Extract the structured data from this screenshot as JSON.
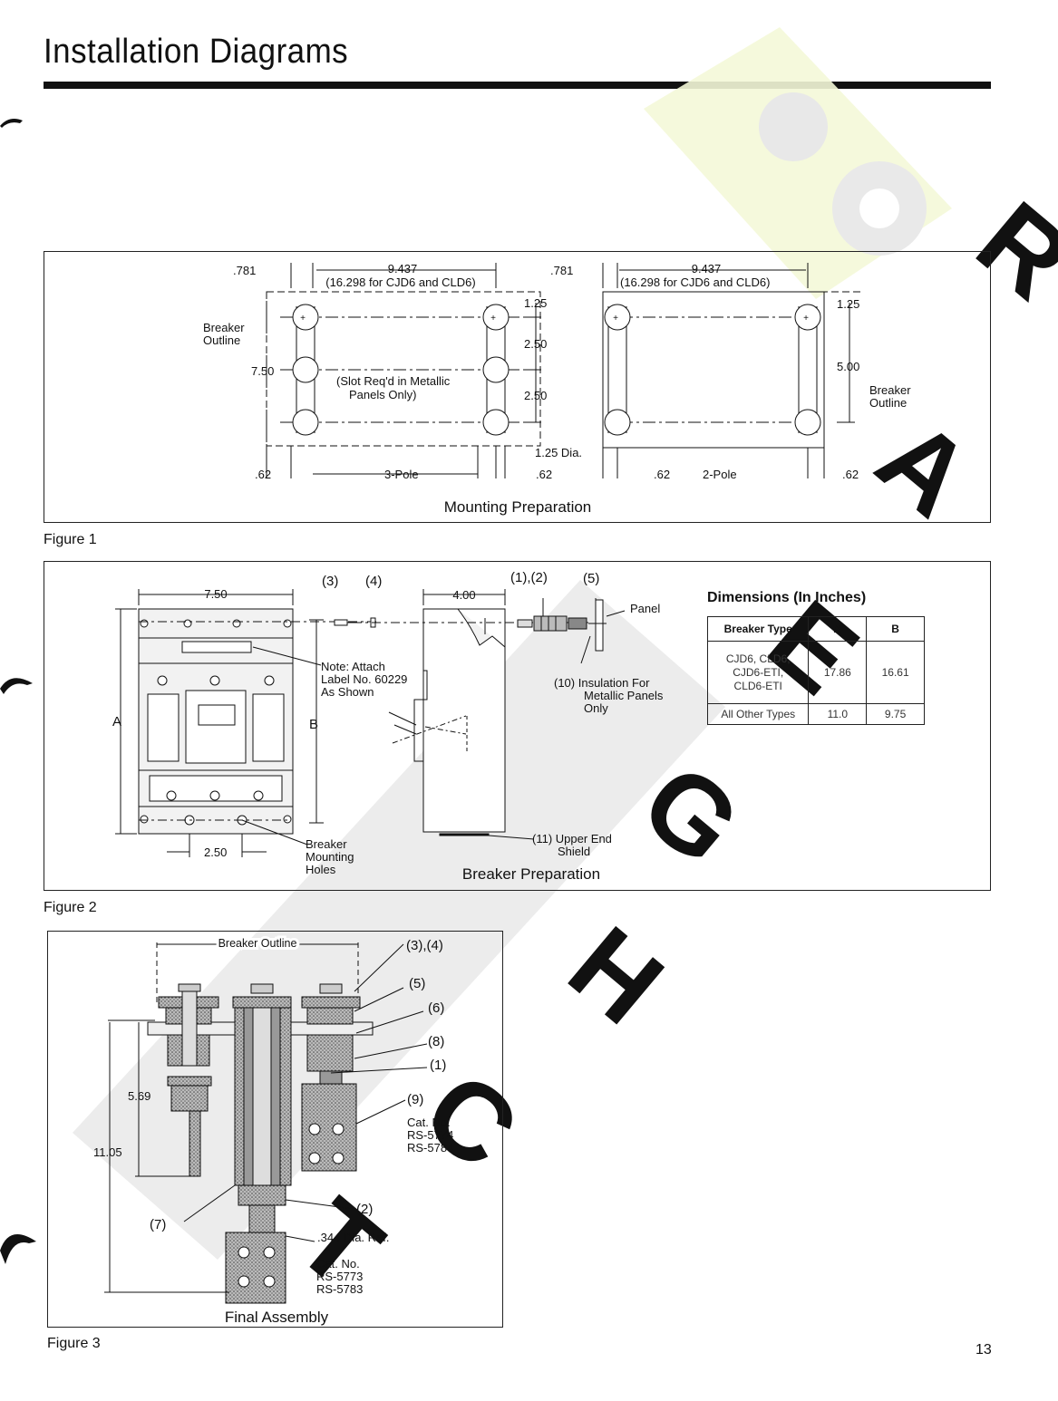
{
  "header": {
    "title": "Installation Diagrams"
  },
  "figure1": {
    "caption": "Figure 1",
    "title": "Mounting Preparation",
    "three_pole": {
      "offset": ".781",
      "spacing": "9.437",
      "spacing_note": "(16.298 for CJD6  and CLD6)",
      "top": "1.25",
      "mid1": "2.50",
      "mid2": "2.50",
      "height": "7.50",
      "slot_note_1": "(Slot Req'd in Metallic",
      "slot_note_2": "Panels Only)",
      "outline_1": "Breaker",
      "outline_2": "Outline",
      "hole_dia": "1.25 Dia.",
      "left_margin": ".62",
      "right_margin": ".62",
      "label": "3-Pole"
    },
    "two_pole": {
      "offset": ".781",
      "spacing": "9.437",
      "spacing_note": "(16.298   for CJD6 and CLD6)",
      "top": "1.25",
      "height": "5.00",
      "outline_1": "Breaker",
      "outline_2": "Outline",
      "left_margin": ".62",
      "right_margin": ".62",
      "label": "2-Pole"
    }
  },
  "figure2": {
    "caption": "Figure 2",
    "title": "Breaker Preparation",
    "width": "7.50",
    "depth": "4.00",
    "dim_a": "A",
    "dim_b": "B",
    "hole_spacing": "2.50",
    "note_1": "Note: Attach",
    "note_2": "Label No. 60229",
    "note_3": "As Shown",
    "mount_1": "Breaker",
    "mount_2": "Mounting",
    "mount_3": "Holes",
    "part3": "(3)",
    "part4": "(4)",
    "part12": "(1),(2)",
    "part5": "(5)",
    "panel": "Panel",
    "part10_1": "(10) Insulation For",
    "part10_2": "Metallic Panels",
    "part10_3": "Only",
    "part11_1": "(11) Upper End",
    "part11_2": "Shield",
    "dims": {
      "title": "Dimensions (In Inches)",
      "headers": [
        "Breaker Type",
        "A",
        "B"
      ],
      "rows": [
        {
          "type_1": "CJD6, CLD6,",
          "type_2": "CJD6-ETI,",
          "type_3": "CLD6-ETI",
          "a": "17.86",
          "b": "16.61"
        },
        {
          "type_1": "All Other Types",
          "a": "11.0",
          "b": "9.75"
        }
      ]
    }
  },
  "figure3": {
    "caption": "Figure 3",
    "title": "Final Assembly",
    "outline": "Breaker Outline",
    "p34": "(3),(4)",
    "p5": "(5)",
    "p6": "(6)",
    "p8": "(8)",
    "p1": "(1)",
    "p9": "(9)",
    "cat1_1": "Cat. No.",
    "cat1_2": "RS-5774",
    "cat1_3": "RS-5784",
    "p2": "(2)",
    "p7": "(7)",
    "dia": ".344 Dia. Ref.",
    "cat2_1": "Cat. No.",
    "cat2_2": "RS-5773",
    "cat2_3": "RS-5783",
    "h1": "5.69",
    "h2": "11.05"
  },
  "page_number": "13"
}
